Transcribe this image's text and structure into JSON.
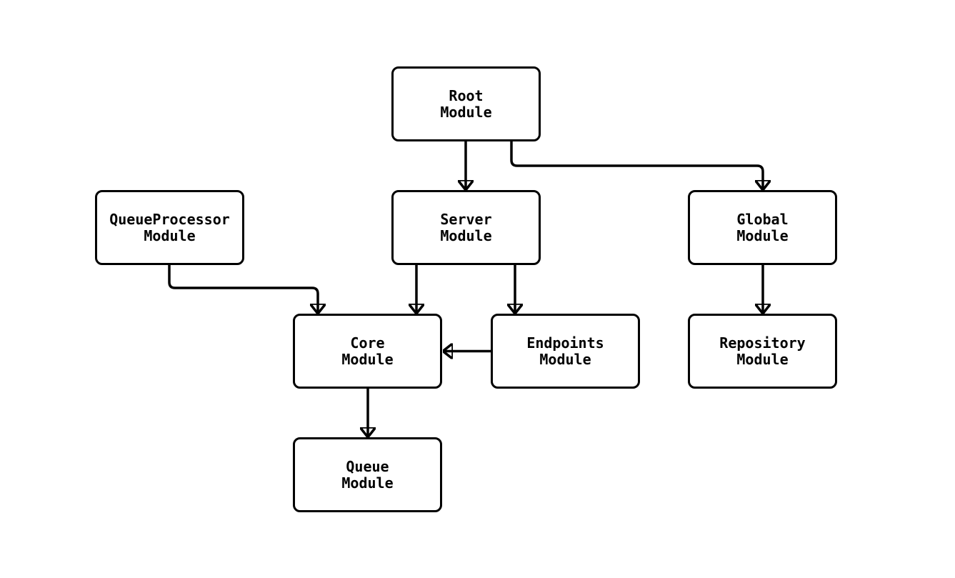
{
  "diagram": {
    "type": "flowchart",
    "orientation": "top-down",
    "colors": {
      "background": "#ffffff",
      "node_fill": "#ffffff",
      "node_border": "#000000",
      "edge": "#000000",
      "text": "#000000"
    },
    "nodes": {
      "root": {
        "line1": "Root",
        "line2": "Module"
      },
      "queue_processor": {
        "line1": "QueueProcessor",
        "line2": "Module"
      },
      "server": {
        "line1": "Server",
        "line2": "Module"
      },
      "global": {
        "line1": "Global",
        "line2": "Module"
      },
      "core": {
        "line1": "Core",
        "line2": "Module"
      },
      "endpoints": {
        "line1": "Endpoints",
        "line2": "Module"
      },
      "repository": {
        "line1": "Repository",
        "line2": "Module"
      },
      "queue": {
        "line1": "Queue",
        "line2": "Module"
      }
    },
    "edges": [
      {
        "from": "Root Module",
        "to": "Server Module"
      },
      {
        "from": "Root Module",
        "to": "Global Module"
      },
      {
        "from": "QueueProcessor Module",
        "to": "Core Module"
      },
      {
        "from": "Server Module",
        "to": "Core Module"
      },
      {
        "from": "Server Module",
        "to": "Endpoints Module"
      },
      {
        "from": "Endpoints Module",
        "to": "Core Module"
      },
      {
        "from": "Global Module",
        "to": "Repository Module"
      },
      {
        "from": "Core Module",
        "to": "Queue Module"
      }
    ]
  }
}
